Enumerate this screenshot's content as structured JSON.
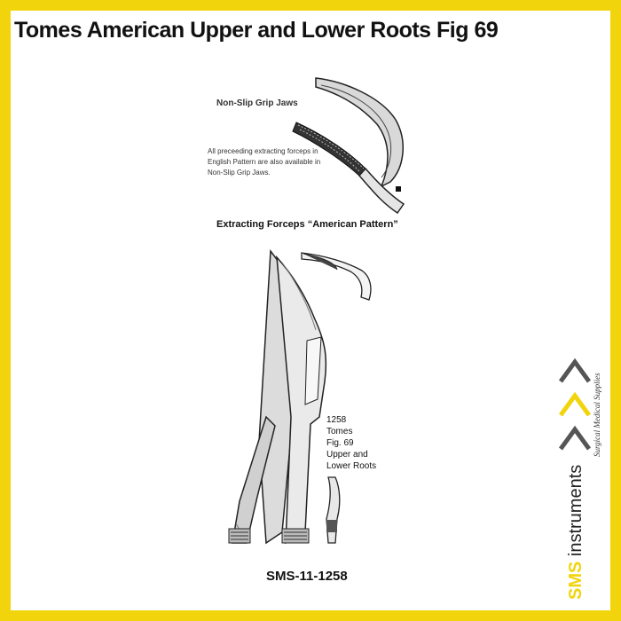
{
  "title": "Tomes American Upper and Lower Roots Fig 69",
  "grip_caption": "Non-Slip Grip Jaws",
  "grip_note": "All preceeding extracting forceps in English Pattern are also available in Non-Slip Grip Jaws.",
  "pattern_caption": "Extracting Forceps “American Pattern”",
  "description": {
    "line1": "1258",
    "line2": "Tomes",
    "line3": "Fig. 69",
    "line4": "Upper and",
    "line5": "Lower Roots"
  },
  "product_code": "SMS-11-1258",
  "logo": {
    "brand_prefix": "SMS",
    "brand_suffix": " instruments",
    "tagline": "Surgical Medical Supplies",
    "icon": "chevron-stack-icon"
  },
  "colors": {
    "frame": "#f2d40c",
    "chevron_dark": "#555555",
    "chevron_accent": "#f2d40c"
  }
}
